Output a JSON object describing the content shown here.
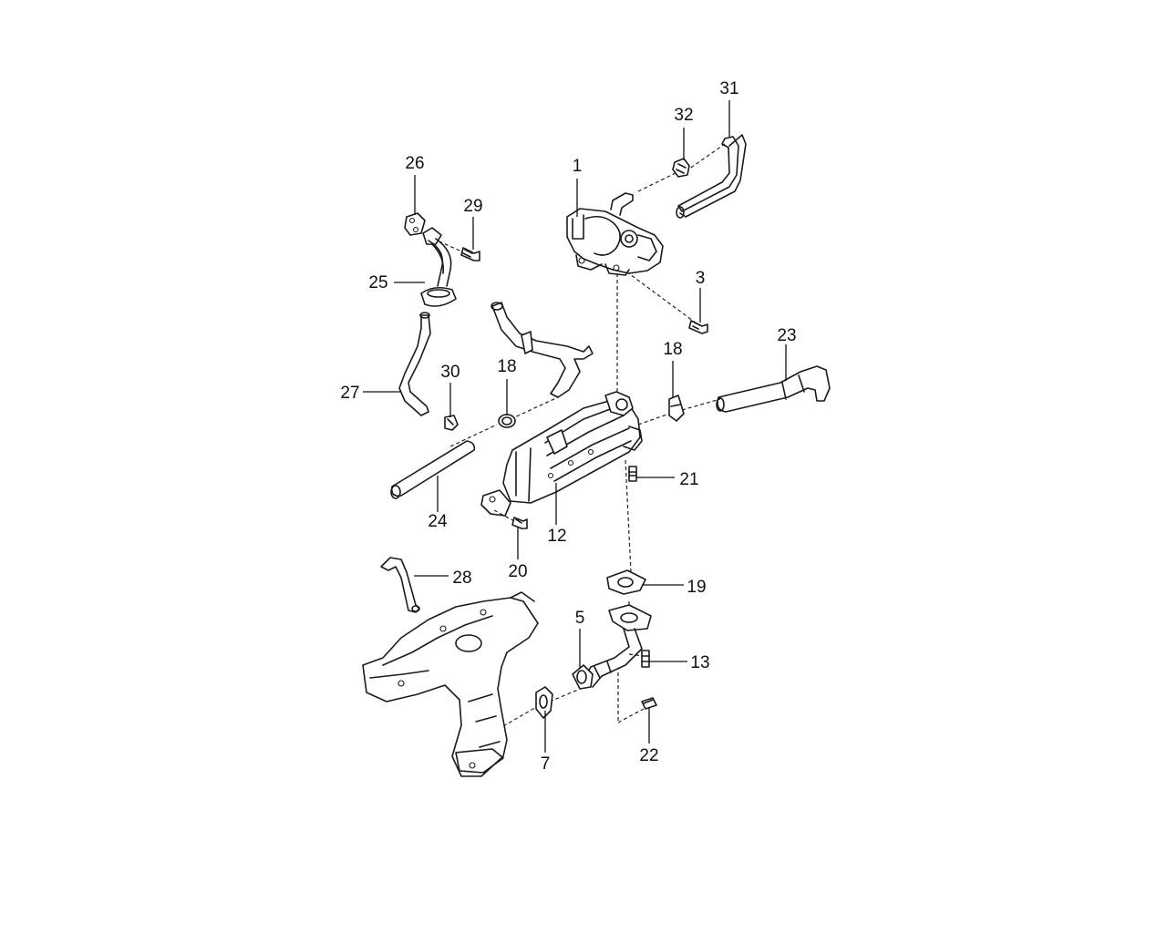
{
  "callouts": {
    "c1": "1",
    "c3": "3",
    "c5": "5",
    "c7": "7",
    "c12": "12",
    "c13": "13",
    "c18a": "18",
    "c18b": "18",
    "c19": "19",
    "c20": "20",
    "c21": "21",
    "c22": "22",
    "c23": "23",
    "c24": "24",
    "c25": "25",
    "c26": "26",
    "c27": "27",
    "c28": "28",
    "c29": "29",
    "c30": "30",
    "c31": "31",
    "c32": "32"
  }
}
